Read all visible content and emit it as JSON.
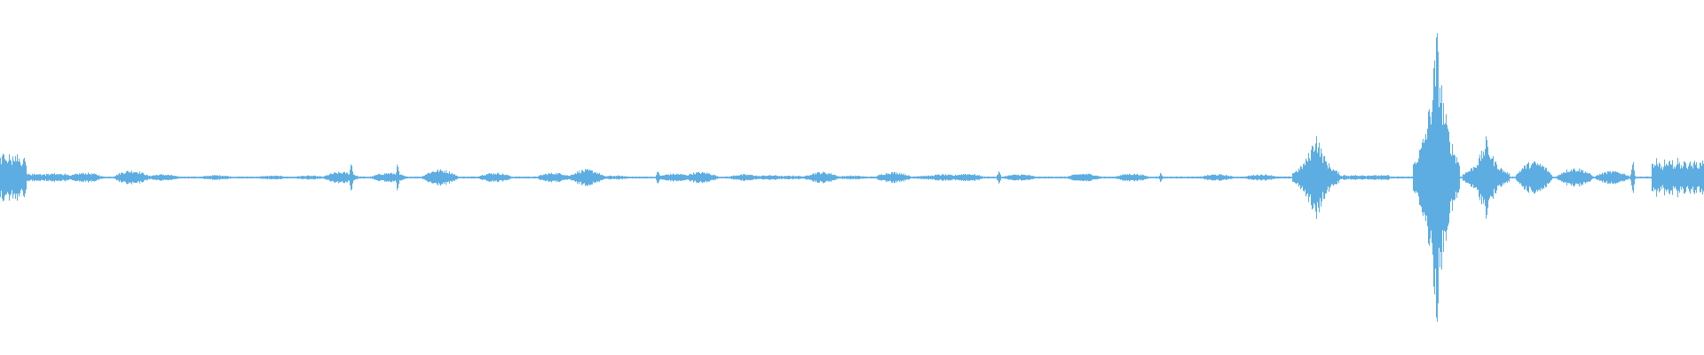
{
  "waveform": {
    "color": "#5DADE2",
    "segments": [
      {
        "t": 0.0,
        "a": 0.16,
        "kind": "noise"
      },
      {
        "t": 0.025,
        "a": 0.03,
        "kind": "noise"
      },
      {
        "t": 0.05,
        "a": 0.03,
        "kind": "blob"
      },
      {
        "t": 0.077,
        "a": 0.045,
        "kind": "blob"
      },
      {
        "t": 0.095,
        "a": 0.02,
        "kind": "blob"
      },
      {
        "t": 0.127,
        "a": 0.015,
        "kind": "blob"
      },
      {
        "t": 0.16,
        "a": 0.012,
        "kind": "blob"
      },
      {
        "t": 0.181,
        "a": 0.012,
        "kind": "blob"
      },
      {
        "t": 0.2,
        "a": 0.035,
        "kind": "blob"
      },
      {
        "t": 0.206,
        "a": 0.1,
        "kind": "spike"
      },
      {
        "t": 0.228,
        "a": 0.03,
        "kind": "blob"
      },
      {
        "t": 0.233,
        "a": 0.08,
        "kind": "spike"
      },
      {
        "t": 0.258,
        "a": 0.05,
        "kind": "blob"
      },
      {
        "t": 0.29,
        "a": 0.03,
        "kind": "blob"
      },
      {
        "t": 0.325,
        "a": 0.03,
        "kind": "blob"
      },
      {
        "t": 0.344,
        "a": 0.05,
        "kind": "blob"
      },
      {
        "t": 0.361,
        "a": 0.012,
        "kind": "blob"
      },
      {
        "t": 0.386,
        "a": 0.045,
        "kind": "spike"
      },
      {
        "t": 0.396,
        "a": 0.025,
        "kind": "blob"
      },
      {
        "t": 0.411,
        "a": 0.035,
        "kind": "blob"
      },
      {
        "t": 0.437,
        "a": 0.02,
        "kind": "blob"
      },
      {
        "t": 0.452,
        "a": 0.015,
        "kind": "blob"
      },
      {
        "t": 0.465,
        "a": 0.012,
        "kind": "blob"
      },
      {
        "t": 0.482,
        "a": 0.035,
        "kind": "blob"
      },
      {
        "t": 0.5,
        "a": 0.012,
        "kind": "blob"
      },
      {
        "t": 0.524,
        "a": 0.035,
        "kind": "blob"
      },
      {
        "t": 0.543,
        "a": 0.012,
        "kind": "blob"
      },
      {
        "t": 0.553,
        "a": 0.02,
        "kind": "blob"
      },
      {
        "t": 0.567,
        "a": 0.025,
        "kind": "blob"
      },
      {
        "t": 0.586,
        "a": 0.04,
        "kind": "spike"
      },
      {
        "t": 0.598,
        "a": 0.02,
        "kind": "blob"
      },
      {
        "t": 0.636,
        "a": 0.025,
        "kind": "blob"
      },
      {
        "t": 0.664,
        "a": 0.025,
        "kind": "blob"
      },
      {
        "t": 0.681,
        "a": 0.03,
        "kind": "spike"
      },
      {
        "t": 0.714,
        "a": 0.02,
        "kind": "blob"
      },
      {
        "t": 0.74,
        "a": 0.02,
        "kind": "blob"
      },
      {
        "t": 0.772,
        "a": 0.3,
        "kind": "burst"
      },
      {
        "t": 0.8,
        "a": 0.018,
        "kind": "noise"
      },
      {
        "t": 0.843,
        "a": 0.92,
        "kind": "burst"
      },
      {
        "t": 0.872,
        "a": 0.25,
        "kind": "burst"
      },
      {
        "t": 0.9,
        "a": 0.1,
        "kind": "blob"
      },
      {
        "t": 0.924,
        "a": 0.06,
        "kind": "blob"
      },
      {
        "t": 0.946,
        "a": 0.04,
        "kind": "blob"
      },
      {
        "t": 0.958,
        "a": 0.1,
        "kind": "spike"
      },
      {
        "t": 0.985,
        "a": 0.12,
        "kind": "noise"
      },
      {
        "t": 1.0,
        "a": 0.1,
        "kind": "noise"
      }
    ]
  }
}
